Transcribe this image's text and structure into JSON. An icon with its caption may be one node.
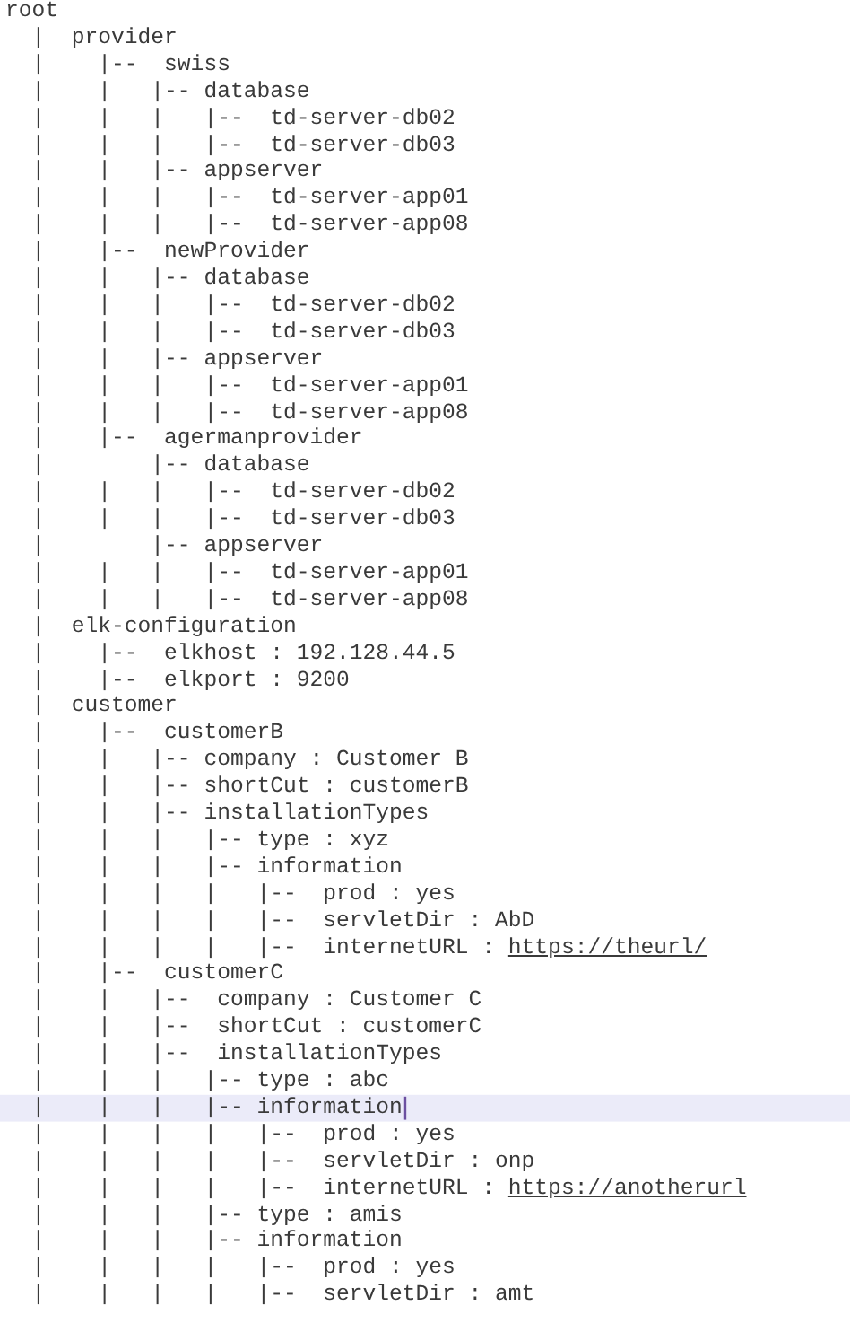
{
  "diagram": {
    "labels": [
      "root",
      "  |  provider",
      "  |    |--  swiss",
      "  |    |   |-- database",
      "  |    |   |   |--  td-server-db02",
      "  |    |   |   |--  td-server-db03",
      "  |    |   |-- appserver",
      "  |    |   |   |--  td-server-app01",
      "  |    |   |   |--  td-server-app08",
      "  |    |--  newProvider",
      "  |    |   |-- database",
      "  |    |   |   |--  td-server-db02",
      "  |    |   |   |--  td-server-db03",
      "  |    |   |-- appserver",
      "  |    |   |   |--  td-server-app01",
      "  |    |   |   |--  td-server-app08",
      "  |    |--  agermanprovider",
      "  |        |-- database",
      "  |    |   |   |--  td-server-db02",
      "  |    |   |   |--  td-server-db03",
      "  |        |-- appserver",
      "  |    |   |   |--  td-server-app01",
      "  |    |   |   |--  td-server-app08",
      "  |  elk-configuration",
      "  |    |--  elkhost : 192.128.44.5",
      "  |    |--  elkport : 9200",
      "  |  customer",
      "  |    |--  customerB",
      "  |    |   |-- company : Customer B",
      "  |    |   |-- shortCut : customerB",
      "  |    |   |-- installationTypes",
      "  |    |   |   |-- type : xyz",
      "  |    |   |   |-- information",
      "  |    |   |   |   |--  prod : yes",
      "  |    |   |   |   |--  servletDir : AbD",
      "  |    |   |   |   |--  internetURL :",
      "https://theurl/",
      "  |    |--  customerC",
      "  |    |   |--  company : Customer C",
      "  |    |   |--  shortCut : customerC",
      "  |    |   |--  installationTypes",
      "  |    |   |   |-- type : abc",
      "  |    |   |   |-- information",
      "  |    |   |   |   |--  prod : yes",
      "  |    |   |   |   |--  servletDir : onp",
      "  |    |   |   |   |--  internetURL :",
      "https://anotherurl",
      "  |    |   |   |-- type : amis",
      "  |    |   |   |-- information",
      "  |    |   |   |   |--  prod : yes",
      "  |    |   |   |   |--  servletDir : amt"
    ]
  }
}
